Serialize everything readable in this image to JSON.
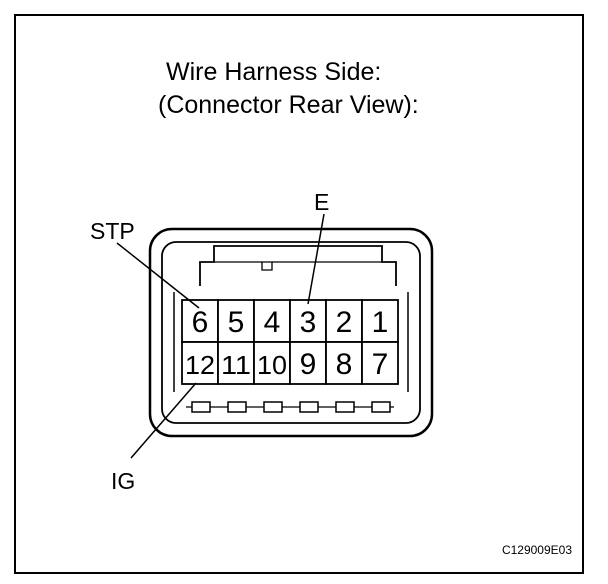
{
  "title": {
    "line1": "Wire Harness Side:",
    "line2": "(Connector Rear View):"
  },
  "connector": {
    "top_row": [
      "6",
      "5",
      "4",
      "3",
      "2",
      "1"
    ],
    "bottom_row": [
      "12",
      "11",
      "10",
      "9",
      "8",
      "7"
    ]
  },
  "callouts": {
    "e": "E",
    "stp": "STP",
    "ig": "IG"
  },
  "figure_code": "C129009E03",
  "colors": {
    "line": "#000000",
    "background": "#ffffff"
  }
}
